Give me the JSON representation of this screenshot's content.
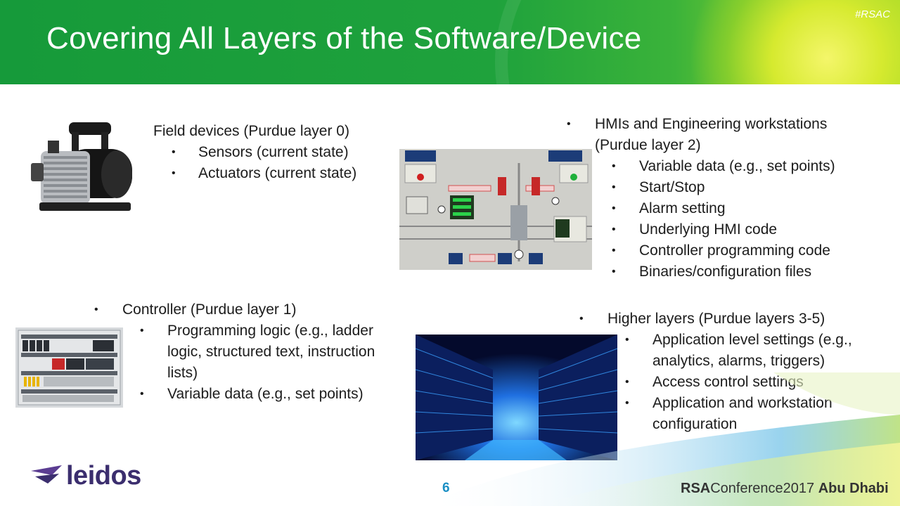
{
  "header": {
    "title": "Covering All Layers of the Software/Device",
    "hashtag": "#RSAC"
  },
  "sections": {
    "field": {
      "heading": "Field devices (Purdue layer 0)",
      "items": [
        "Sensors (current state)",
        "Actuators (current state)"
      ]
    },
    "hmi": {
      "heading_line1": "HMIs and Engineering workstations",
      "heading_line2": "(Purdue layer 2)",
      "items": [
        "Variable data (e.g., set points)",
        "Start/Stop",
        "Alarm setting",
        "Underlying HMI code",
        "Controller programming code",
        "Binaries/configuration files"
      ]
    },
    "controller": {
      "heading": "Controller (Purdue layer 1)",
      "item1_line1": "Programming logic (e.g., ladder",
      "item1_line2": "logic, structured text, instruction",
      "item1_line3": "lists)",
      "item2": "Variable data (e.g., set points)"
    },
    "higher": {
      "heading": "Higher layers (Purdue layers 3-5)",
      "item1_line1": "Application level settings (e.g.,",
      "item1_line2": "analytics, alarms, triggers)",
      "item2": "Access control settings",
      "item3_line1": "Application and workstation",
      "item3_line2": "configuration"
    }
  },
  "bullet_glyph": "•",
  "footer": {
    "page_number": "6",
    "logo_text": "leidos",
    "conference_brand": "RSA",
    "conference_name": "Conference2017",
    "conference_city": "Abu Dhabi"
  },
  "colors": {
    "header_green": "#169a3a",
    "header_yellow": "#c8e62a",
    "page_number_blue": "#1b8fc4",
    "leidos_purple": "#3b2e6e"
  },
  "icons": [
    "vacuum-pump-photo",
    "hmi-screen-image",
    "control-cabinet-photo",
    "data-center-photo",
    "leidos-logo-mark"
  ]
}
